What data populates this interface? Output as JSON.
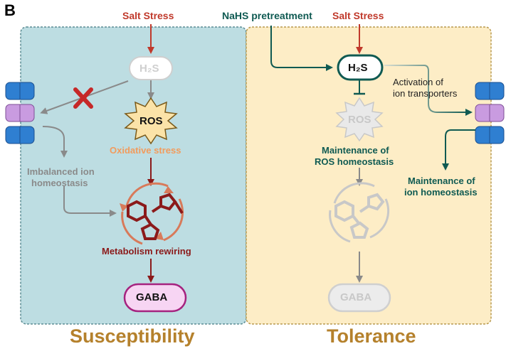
{
  "panel_label": "B",
  "colors": {
    "left_bg": "#bddde2",
    "right_bg": "#fdedc6",
    "salt_red": "#c0392b",
    "metabolism_red": "#8b1a1a",
    "teal": "#0f5a52",
    "gray": "#8a8a8a",
    "light_gray": "#cfcfcf",
    "orange": "#f29b5c",
    "title_brown": "#b5812c",
    "gaba_pink": "#f7d5f3",
    "gaba_border": "#a5227f"
  },
  "left": {
    "salt_stress": "Salt Stress",
    "h2s": "H₂S",
    "ros": "ROS",
    "oxidative_stress": "Oxidative stress",
    "imbalanced_line1": "Imbalanced ion",
    "imbalanced_line2": "homeostasis",
    "metabolism": "Metabolism rewiring",
    "gaba": "GABA",
    "title": "Susceptibility"
  },
  "right": {
    "nahs": "NaHS pretreatment",
    "salt_stress": "Salt Stress",
    "h2s": "H₂S",
    "ros": "ROS",
    "activation_line1": "Activation of",
    "activation_line2": "ion transporters",
    "maint_ros_line1": "Maintenance of",
    "maint_ros_line2": "ROS homeostasis",
    "maint_ion_line1": "Maintenance of",
    "maint_ion_line2": "ion homeostasis",
    "gaba": "GABA",
    "title": "Tolerance"
  }
}
